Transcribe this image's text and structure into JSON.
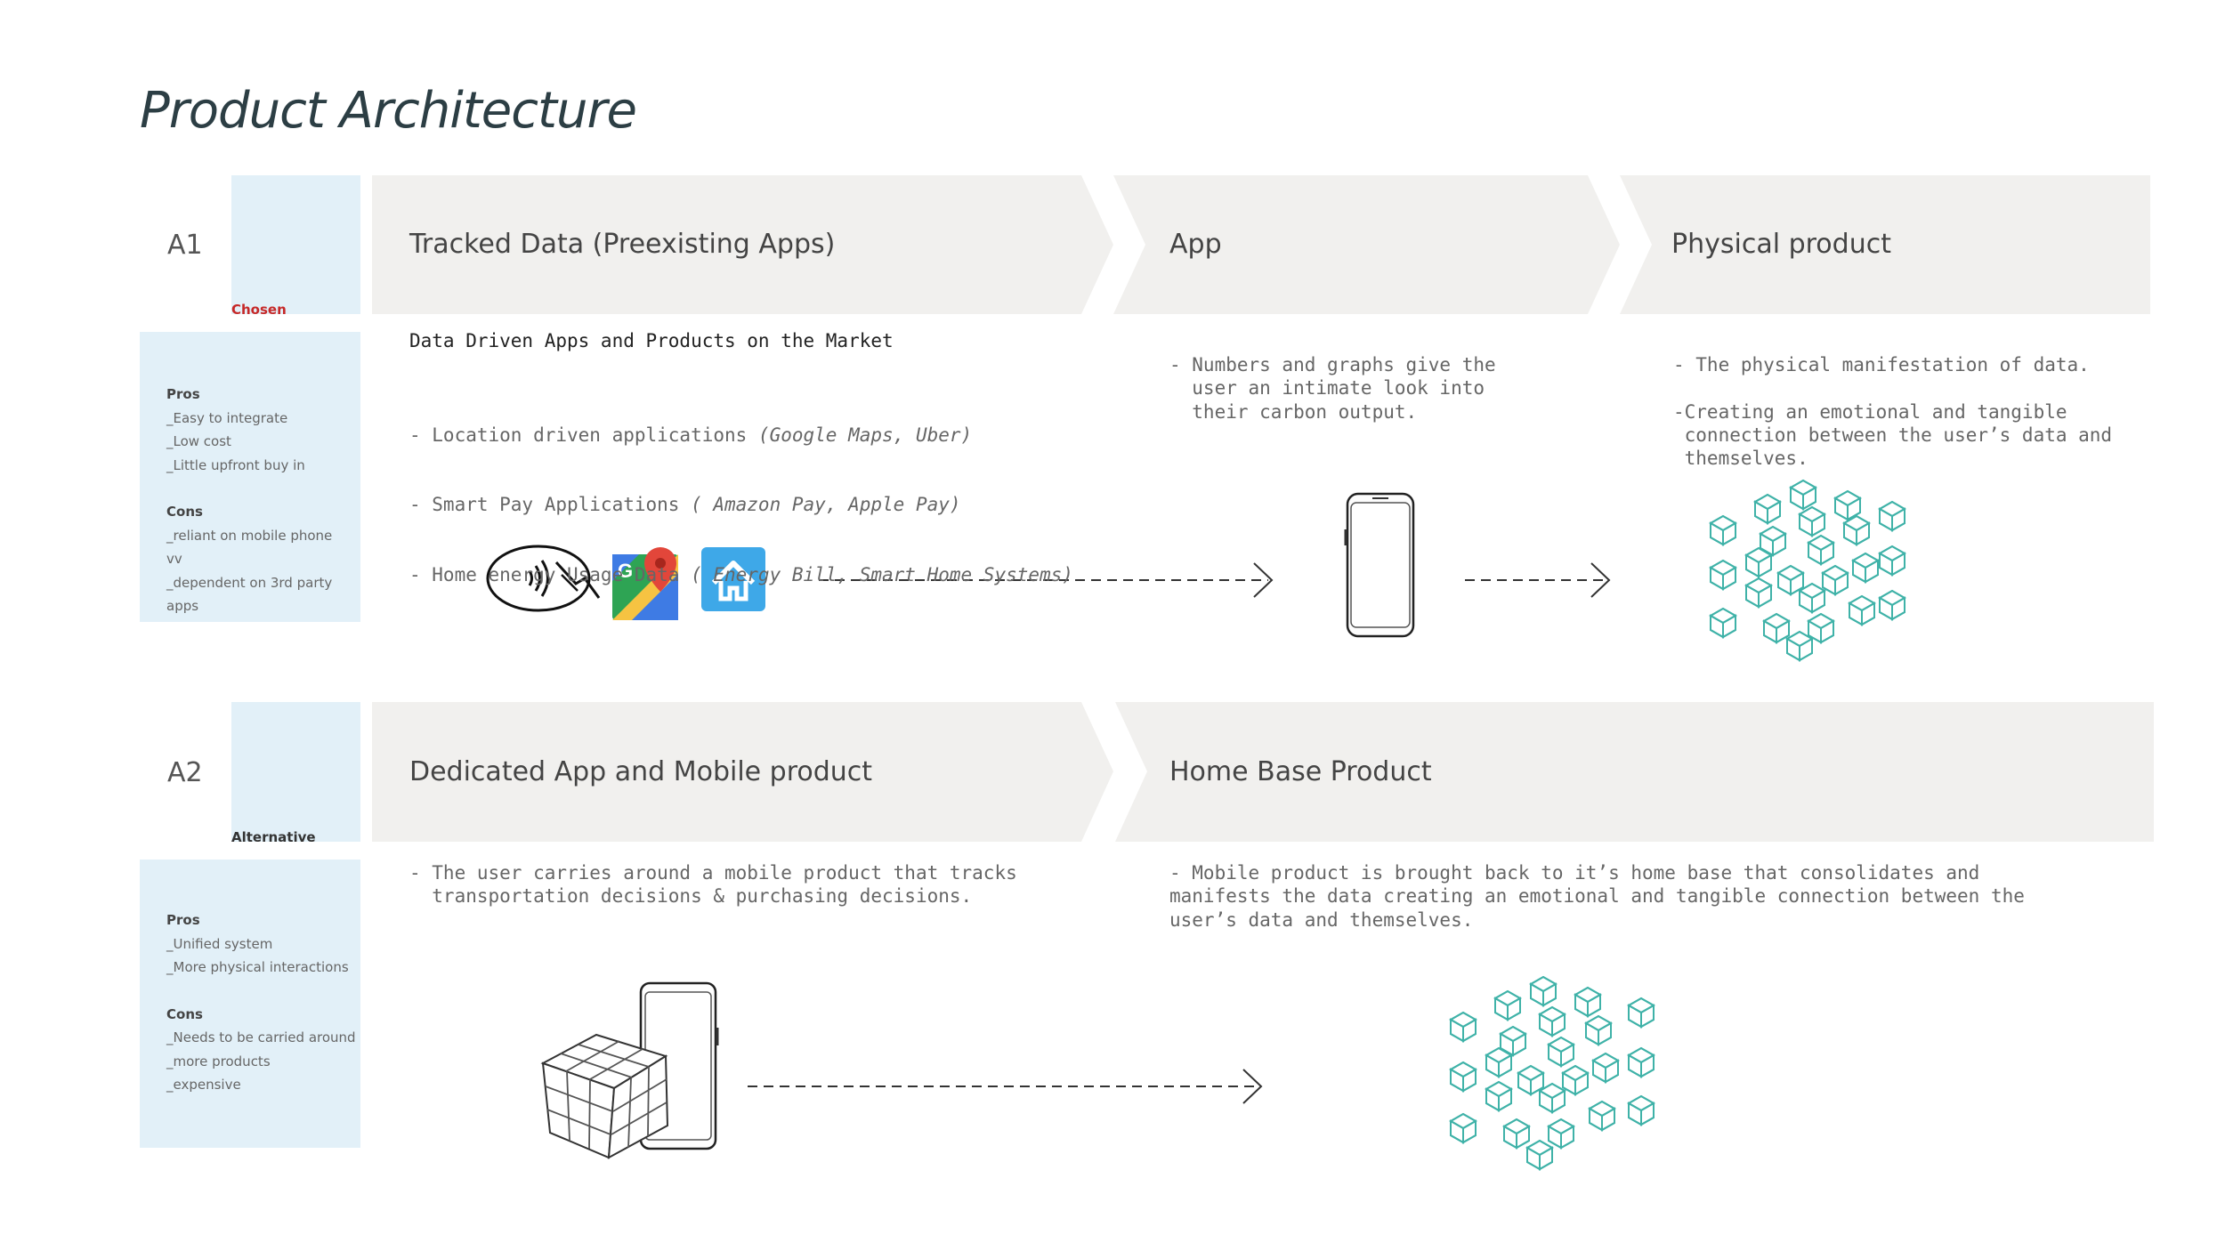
{
  "page": {
    "title": "Product Architecture"
  },
  "colors": {
    "tag_fill": "#e2f0f8",
    "stage_fill": "#f1f0ee",
    "chosen": "#c62828",
    "alternative": "#333333",
    "cube_stroke": "#3fb2a8"
  },
  "rows": [
    {
      "label": "A1",
      "tag": "Chosen",
      "pros_heading": "Pros",
      "pros": [
        "_Easy to integrate",
        "_Low cost",
        "_Little upfront buy in"
      ],
      "cons_heading": "Cons",
      "cons": [
        "_reliant on mobile phone",
        "vv",
        "_dependent on 3rd party apps"
      ],
      "stages": [
        {
          "title": "Tracked Data (Preexisting Apps)",
          "heading": "Data Driven Apps and Products on the Market",
          "bullets": [
            {
              "text": "- Location driven applications ",
              "note": "(Google Maps, Uber)"
            },
            {
              "text": "- Smart Pay Applications ",
              "note": "( Amazon Pay, Apple Pay)"
            },
            {
              "text": "- Home energy Usage Data ",
              "note": "( Energy Bill, Smart Home Systems)"
            }
          ],
          "icons": [
            "contactless-pay-icon",
            "google-maps-icon",
            "smart-home-icon"
          ]
        },
        {
          "title": "App",
          "body": "- Numbers and graphs give the\n  user an intimate look into\n  their carbon output.",
          "icons": [
            "smartphone-icon"
          ]
        },
        {
          "title": "Physical product",
          "body": "- The physical manifestation of data.\n\n-Creating an emotional and tangible\n connection between the user’s data and\n themselves.",
          "icons": [
            "cube-cluster-icon"
          ]
        }
      ]
    },
    {
      "label": "A2",
      "tag": "Alternative",
      "pros_heading": "Pros",
      "pros": [
        "_Unified system",
        "_More physical interactions"
      ],
      "cons_heading": "Cons",
      "cons": [
        "_Needs to be carried around",
        "_more products",
        "_expensive"
      ],
      "stages": [
        {
          "title": "Dedicated App and Mobile product",
          "body": "- The user carries around a mobile product that tracks\n  transportation decisions & purchasing decisions.",
          "icons": [
            "cube-and-phone-icon"
          ]
        },
        {
          "title": "Home Base Product",
          "body": "- Mobile product is brought back to it’s home base that consolidates and\nmanifests the data creating an emotional and tangible connection between the\nuser’s data and themselves.",
          "icons": [
            "cube-cluster-icon"
          ]
        }
      ]
    }
  ]
}
